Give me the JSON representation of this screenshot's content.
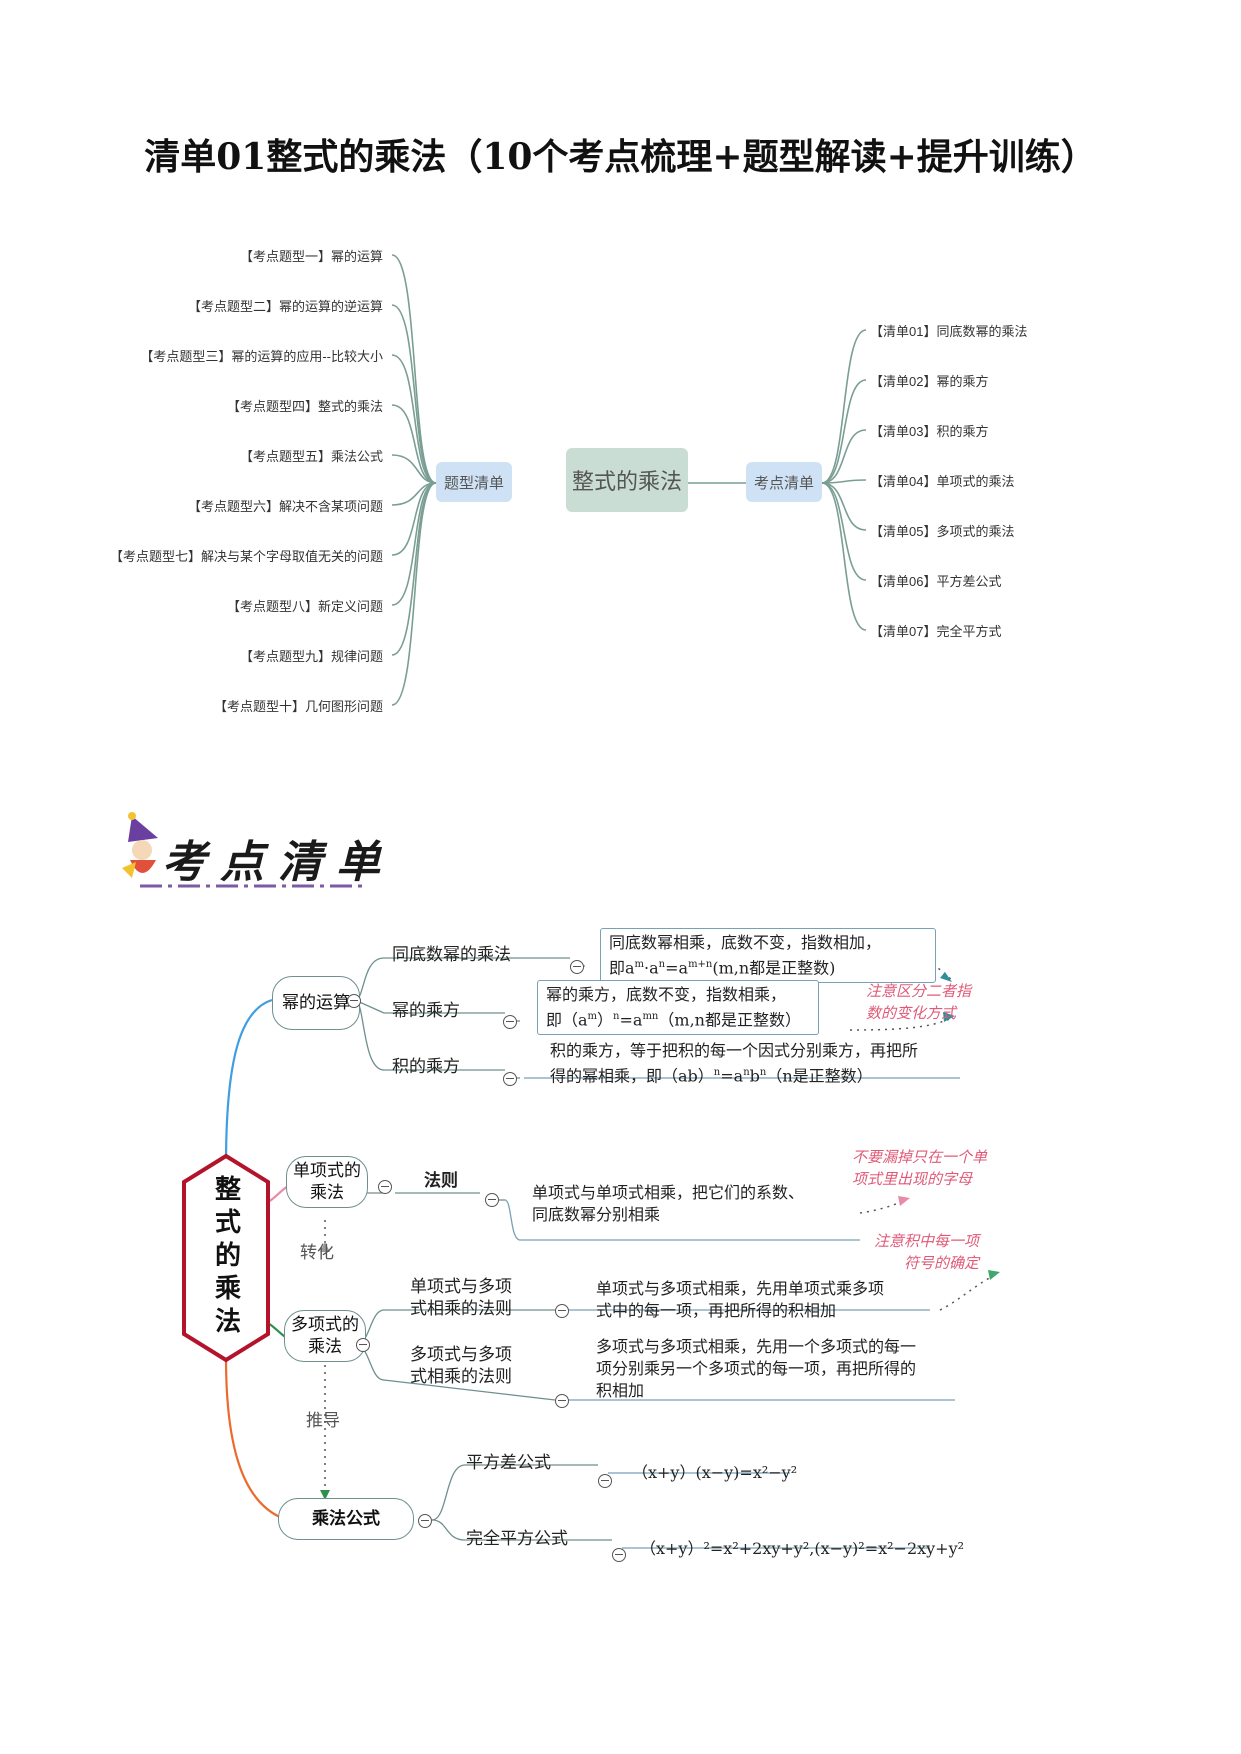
{
  "title": "清单01整式的乘法（10个考点梳理+题型解读+提升训练）",
  "mindmap1": {
    "center": "整式的乘法",
    "left_hub": "题型清单",
    "right_hub": "考点清单",
    "left_items": [
      "【考点题型一】幂的运算",
      "【考点题型二】幂的运算的逆运算",
      "【考点题型三】幂的运算的应用--比较大小",
      "【考点题型四】整式的乘法",
      "【考点题型五】乘法公式",
      "【考点题型六】解决不含某项问题",
      "【考点题型七】解决与某个字母取值无关的问题",
      "【考点题型八】新定义问题",
      "【考点题型九】规律问题",
      "【考点题型十】几何图形问题"
    ],
    "right_items": [
      "【清单01】同底数幂的乘法",
      "【清单02】幂的乘方",
      "【清单03】积的乘方",
      "【清单04】单项式的乘法",
      "【清单05】多项式的乘法",
      "【清单06】平方差公式",
      "【清单07】完全平方式"
    ]
  },
  "banner": "考点清单",
  "mindmap2": {
    "root": "整式的乘法",
    "power": {
      "node": "幂的运算",
      "b1_label": "同底数幂的乘法",
      "b1_text1": "同底数幂相乘，底数不变，指数相加，",
      "b1_text2": "即a",
      "b1_sup1": "m",
      "b1_text3": "·a",
      "b1_sup2": "n",
      "b1_text4": "=a",
      "b1_sup3": "m+n",
      "b1_text5": "(m,n都是正整数)",
      "b2_label": "幂的乘方",
      "b2_text1": "幂的乘方，底数不变，指数相乘，",
      "b2_text2": "即（a",
      "b2_sup1": "m",
      "b2_text3": "）",
      "b2_sup2": "n",
      "b2_text4": "=a",
      "b2_sup3": "mn",
      "b2_text5": "（m,n都是正整数）",
      "b3_label": "积的乘方",
      "b3_text1": "积的乘方，等于把积的每一个因式分别乘方，再把所",
      "b3_text2": "得的幂相乘，即（ab）",
      "b3_sup1": "n",
      "b3_text3": "=a",
      "b3_sup2": "n",
      "b3_text4": "b",
      "b3_sup3": "n",
      "b3_text5": "（n是正整数）",
      "note1": "注意区分二者指",
      "note2": "数的变化方式"
    },
    "mono": {
      "node": "单项式的乘法",
      "rule_label": "法则",
      "text1": "单项式与单项式相乘，把它们的系数、",
      "text2": "同底数幂分别相乘",
      "note1": "不要漏掉只在一个单",
      "note2": "项式里出现的字母"
    },
    "transform": "转化",
    "poly": {
      "node": "多项式的乘法",
      "b1_label1": "单项式与多项",
      "b1_label2": "式相乘的法则",
      "b1_text1": "单项式与多项式相乘，先用单项式乘多项",
      "b1_text2": "式中的每一项，再把所得的积相加",
      "b2_label1": "多项式与多项",
      "b2_label2": "式相乘的法则",
      "b2_text1": "多项式与多项式相乘，先用一个多项式的每一",
      "b2_text2": "项分别乘另一个多项式的每一项，再把所得的",
      "b2_text3": "积相加",
      "note1": "注意积中每一项",
      "note2": "符号的确定"
    },
    "derive": "推导",
    "formula": {
      "node": "乘法公式",
      "b1_label": "平方差公式",
      "b1_text": "（x+y）(x−y)=x²−y²",
      "b2_label": "完全平方公式",
      "b2_text": "（x+y）²=x²+2xy+y²,(x−y)²=x²−2xy+y²"
    }
  },
  "colors": {
    "teal_line": "#7a9e94",
    "center_box": "#c9ddd5",
    "hub_box": "#cfe2f5",
    "pink_note": "#e05a78",
    "root_border": "#b3132b"
  }
}
